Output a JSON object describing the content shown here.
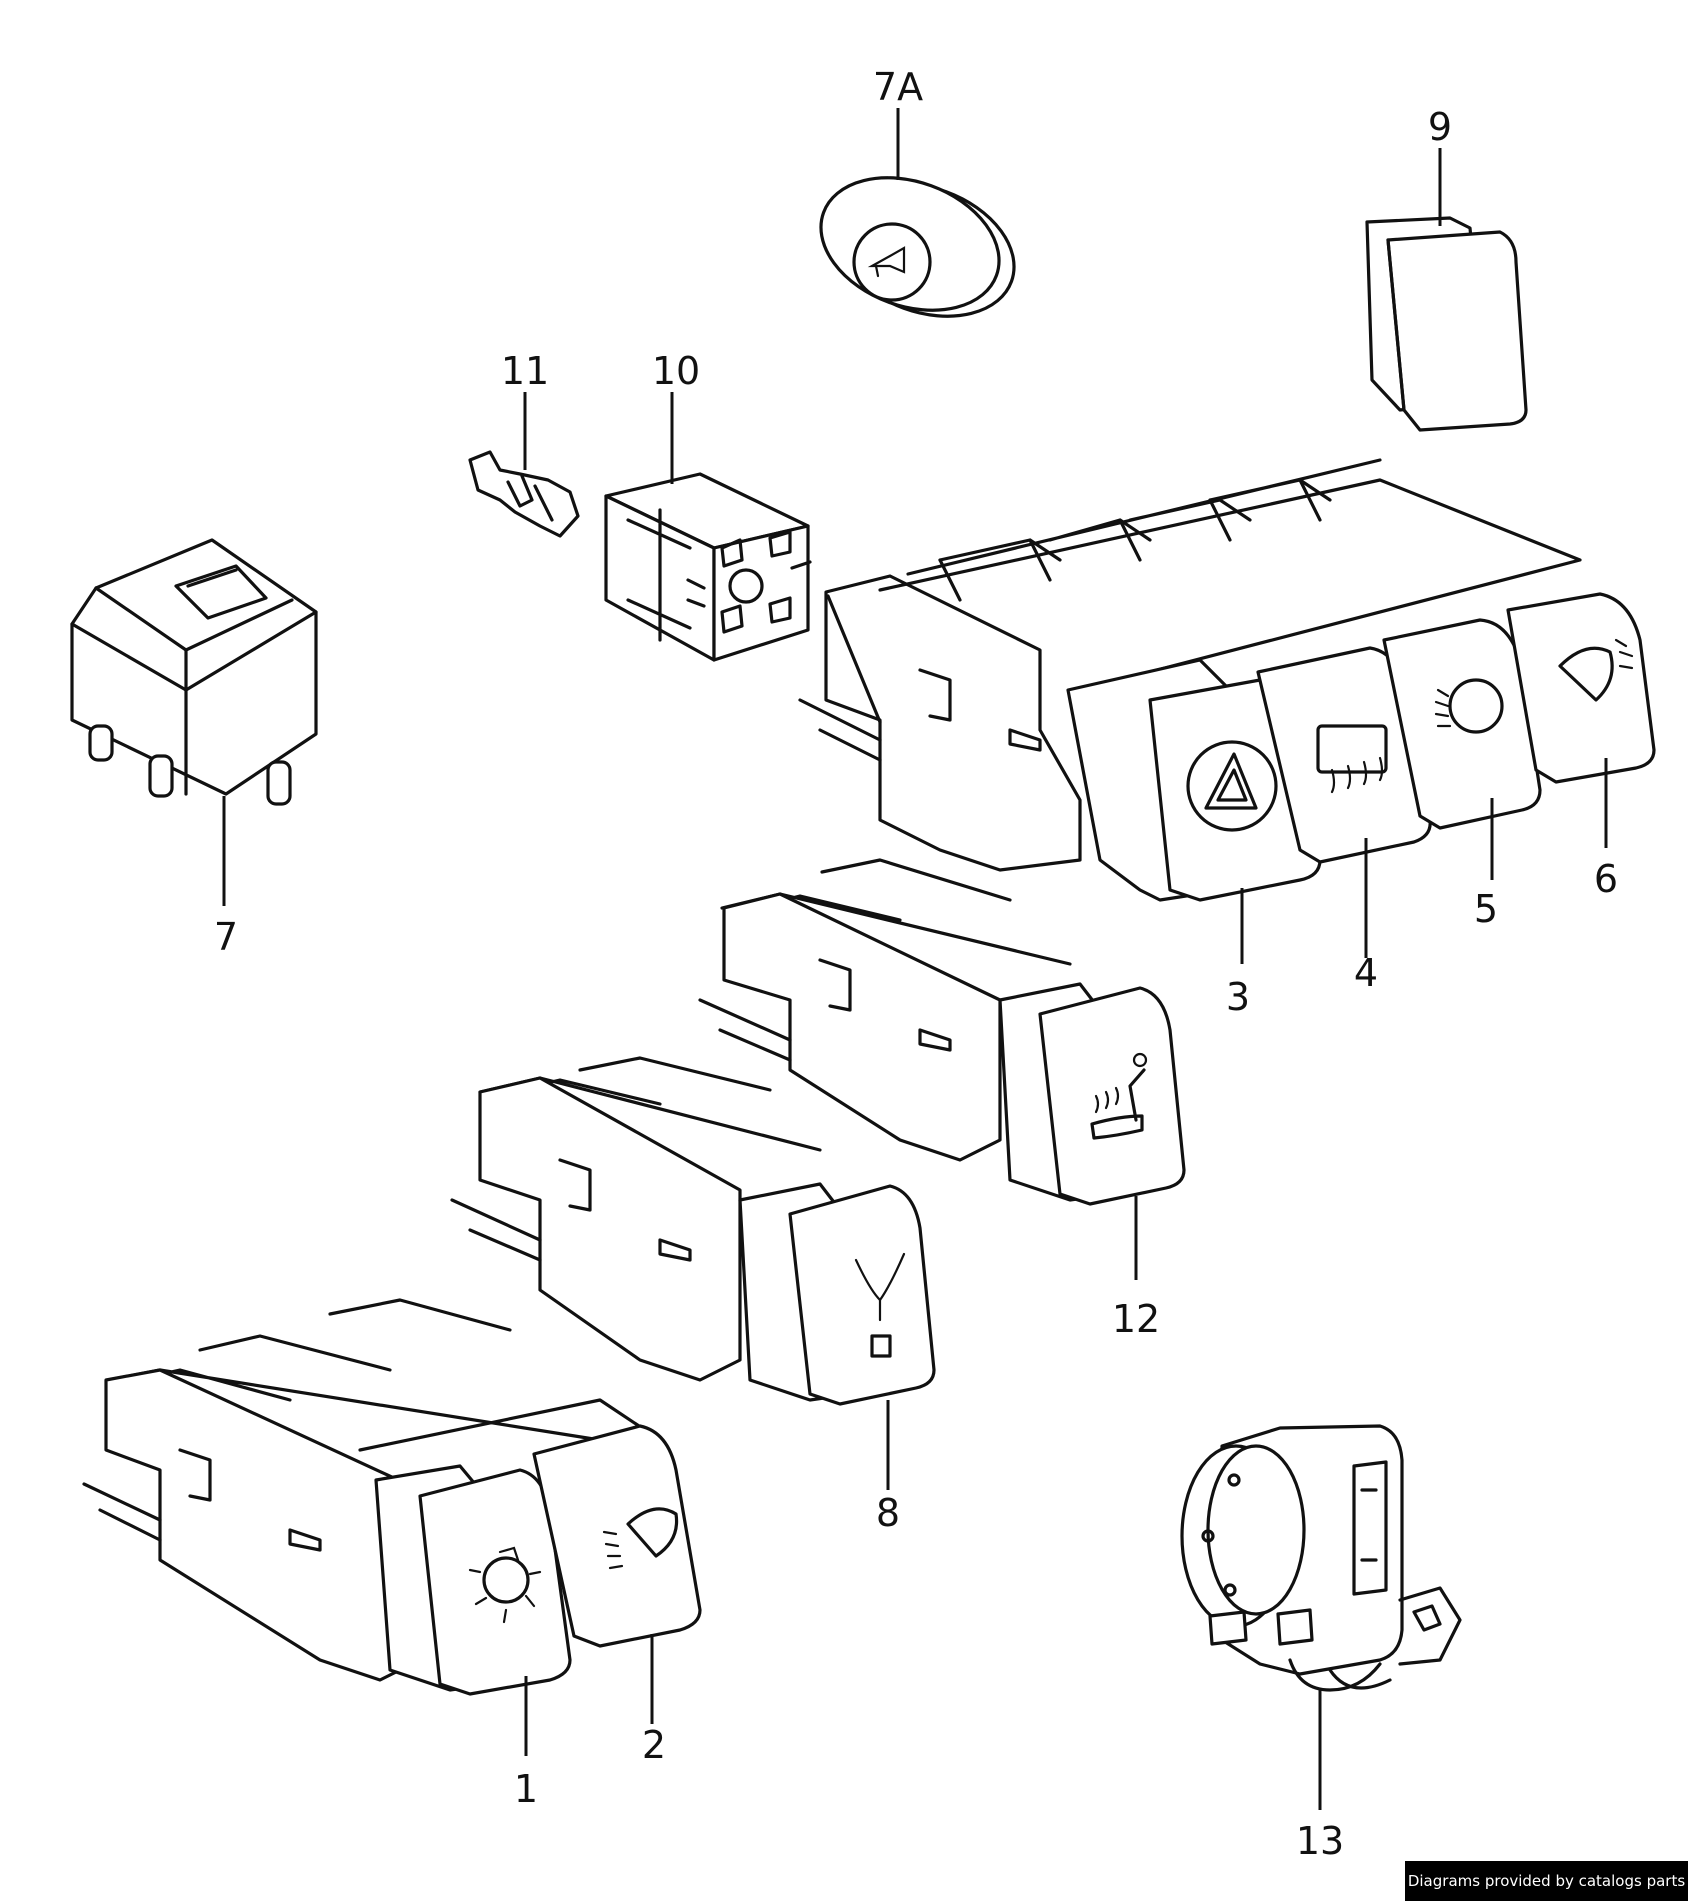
{
  "callouts": {
    "c1": "1",
    "c2": "2",
    "c3": "3",
    "c4": "4",
    "c5": "5",
    "c6": "6",
    "c7": "7",
    "c7a": "7A",
    "c8": "8",
    "c9": "9",
    "c10": "10",
    "c11": "11",
    "c12": "12",
    "c13": "13"
  },
  "credit": "Diagrams provided by catalogs parts",
  "icons": {
    "1": "light-bulb-icon",
    "2": "fog-light-icon",
    "3": "hazard-warning-icon",
    "4": "rear-window-defrost-icon",
    "5": "fog-light-front-icon",
    "6": "rear-fog-light-icon",
    "7A": "horn-icon",
    "8": "interior-light-icon",
    "12": "seat-heater-icon"
  }
}
